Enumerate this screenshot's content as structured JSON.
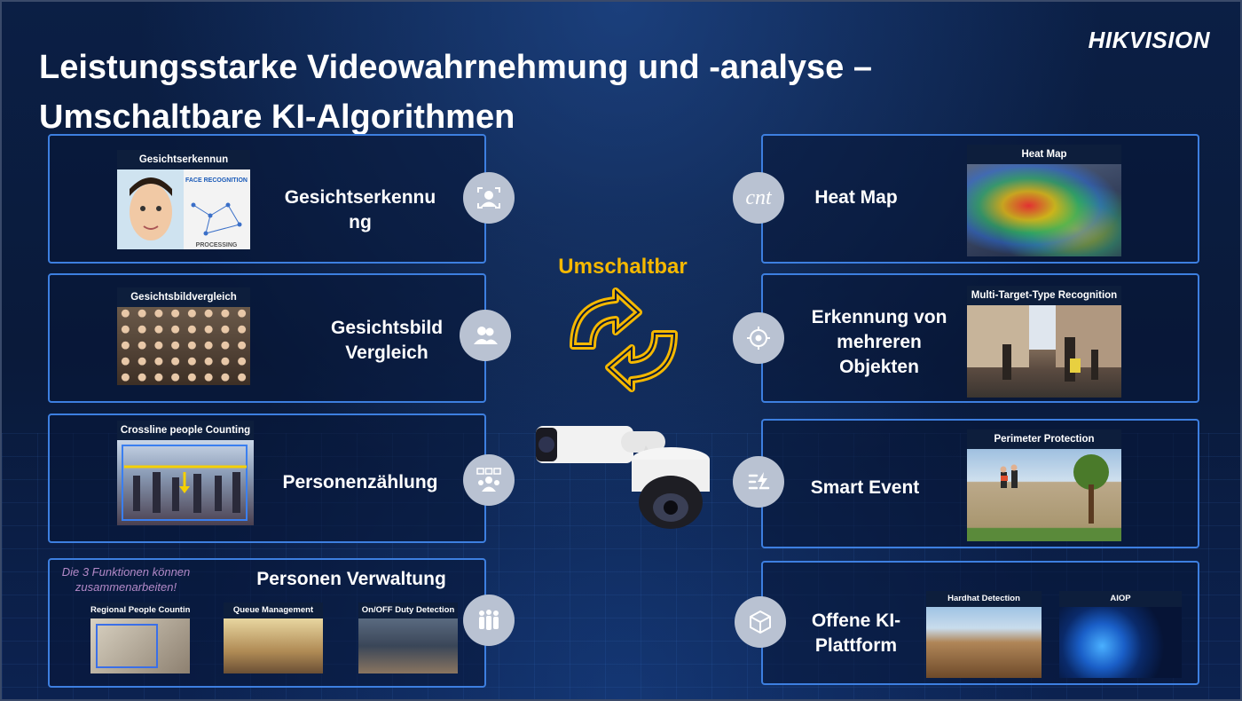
{
  "title_line1": "Leistungsstarke  Videowahrnehmung und -analyse –",
  "title_line2": "Umschaltbare KI-Algorithmen",
  "logo": "HIKVISION",
  "center_label": "Umschaltbar",
  "accent_color": "#f5b800",
  "border_color": "#3d7fe0",
  "left_cards": {
    "face": {
      "label": "Gesichtserkennu ng",
      "thumb_caption": "Gesichtserkennun",
      "thumb_text_face": "FACE RECOGNITION",
      "thumb_text_proc": "PROCESSING",
      "icon": "face-scan-icon"
    },
    "compare": {
      "label": "Gesichtsbild Vergleich",
      "thumb_caption": "Gesichtsbildvergleich",
      "icon": "two-people-icon"
    },
    "counting": {
      "label": "Personenzählung",
      "thumb_caption": "Crossline people Counting",
      "icon": "people-count-icon"
    },
    "management": {
      "label": "Personen Verwaltung",
      "note": "Die 3 Funktionen können zusammenarbeiten!",
      "thumbs": [
        "Regional People Counting",
        "Queue Management",
        "On/OFF Duty Detection"
      ],
      "icon": "group-icon"
    }
  },
  "right_cards": {
    "heatmap": {
      "label": "Heat Map",
      "thumb_caption": "Heat Map",
      "icon_text": "cnt",
      "icon": "cnt-icon"
    },
    "multi": {
      "label": "Erkennung von mehreren Objekten",
      "thumb_caption": "Multi-Target-Type Recognition",
      "icon": "target-icon"
    },
    "smart": {
      "label": "Smart Event",
      "thumb_caption": "Perimeter Protection",
      "icon": "smart-event-icon"
    },
    "open": {
      "label": "Offene KI- Plattform",
      "thumbs": [
        "Hardhat Detection",
        "AIOP"
      ],
      "icon": "cube-icon"
    }
  }
}
